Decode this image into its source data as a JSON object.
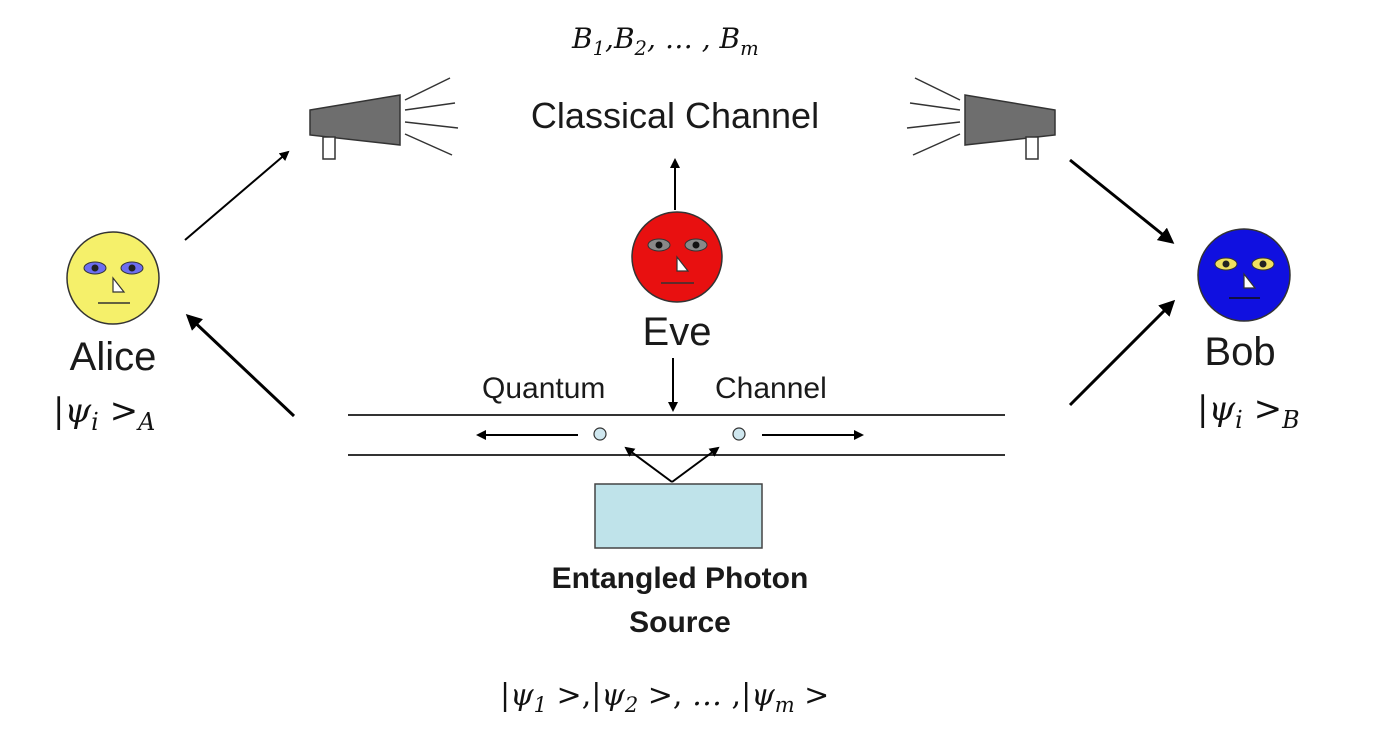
{
  "diagram": {
    "classical_channel_label": "Classical Channel",
    "quantum_label": "Quantum",
    "channel_label": "Channel",
    "source_label_line1": "Entangled Photon",
    "source_label_line2": "Source",
    "measurement_bases": {
      "B1": "B",
      "sub1": "1",
      "B2": "B",
      "sub2": "2",
      "ellipsis": "…",
      "Bm": "B",
      "subm": "m"
    },
    "states_text": {
      "psi": "ψ",
      "sub1": "1",
      "sub2": "2",
      "subm": "m",
      "ellipsis": "…"
    },
    "parties": {
      "alice": {
        "name": "Alice",
        "state_psi": "ψ",
        "state_sub_i": "i",
        "state_sub_party": "A",
        "face_color": "#f5f06a",
        "eye_color": "#6d6df0"
      },
      "eve": {
        "name": "Eve",
        "face_color": "#e81010",
        "eye_color": "#888888"
      },
      "bob": {
        "name": "Bob",
        "state_psi": "ψ",
        "state_sub_i": "i",
        "state_sub_party": "B",
        "face_color": "#1010e0",
        "eye_color": "#f0e060"
      }
    },
    "colors": {
      "megaphone": "#6e6e6e",
      "source_box": "#bfe3ea",
      "photon": "#cfe7ef"
    }
  }
}
